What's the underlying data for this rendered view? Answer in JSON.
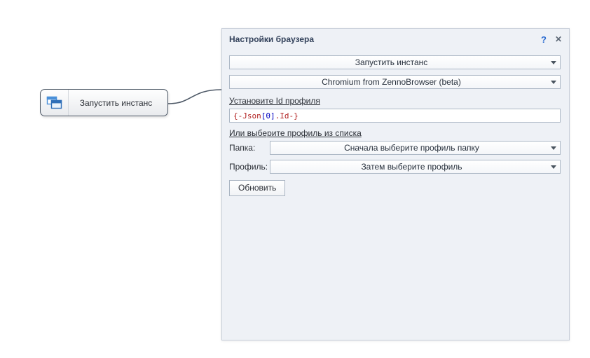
{
  "node": {
    "label": "Запустить инстанс"
  },
  "panel": {
    "title": "Настройки браузера",
    "help_icon": "?",
    "close_icon": "✕",
    "action_dropdown": "Запустить инстанс",
    "browser_dropdown": "Chromium from ZennoBrowser (beta)",
    "profile_id_label": "Установите Id профиля",
    "profile_id_value": {
      "p1": "{-Json",
      "p2": "[0]",
      "p3": ".Id-}"
    },
    "choose_profile_label": "Или выберите профиль из списка",
    "folder_label": "Папка:",
    "folder_dropdown": "Сначала выберите профиль папку",
    "profile_label": "Профиль:",
    "profile_dropdown": "Затем выберите профиль",
    "refresh_button": "Обновить"
  },
  "colors": {
    "accent_blue": "#2a6bd0",
    "macro_red": "#b22222",
    "macro_blue": "#0000c0",
    "panel_bg": "#eef1f6"
  }
}
